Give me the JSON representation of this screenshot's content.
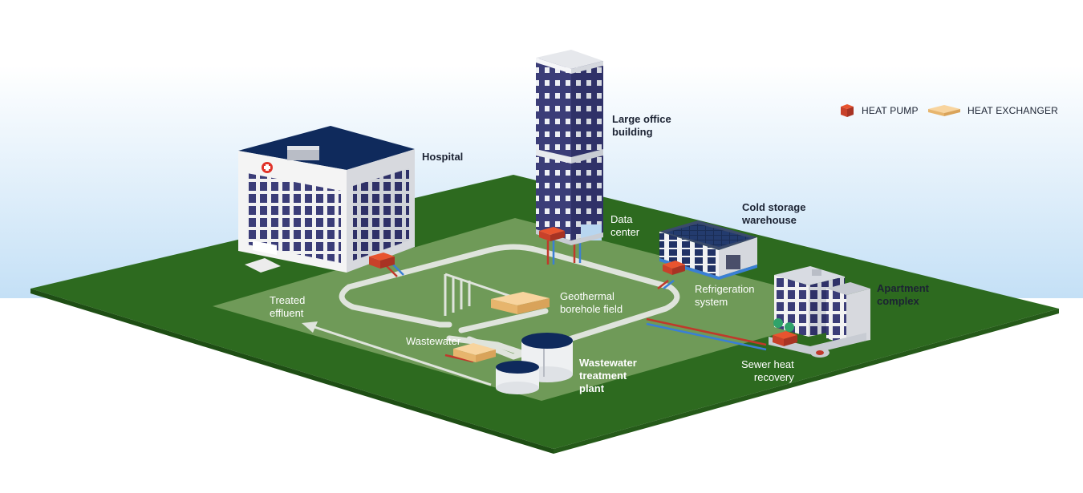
{
  "labels": {
    "hospital": "Hospital",
    "office_line1": "Large office",
    "office_line2": "building",
    "data_center_line1": "Data",
    "data_center_line2": "center",
    "cold_line1": "Cold storage",
    "cold_line2": "warehouse",
    "refrig_line1": "Refrigeration",
    "refrig_line2": "system",
    "apartment_line1": "Apartment",
    "apartment_line2": "complex",
    "geo_line1": "Geothermal",
    "geo_line2": "borehole field",
    "treated_line1": "Treated",
    "treated_line2": "effluent",
    "wastewater": "Wastewater",
    "wwtp_line1": "Wastewater",
    "wwtp_line2": "treatment",
    "wwtp_line3": "plant",
    "sewer_line1": "Sewer heat",
    "sewer_line2": "recovery"
  },
  "legend": {
    "heat_pump": "HEAT PUMP",
    "heat_exchanger": "HEAT EXCHANGER"
  },
  "colors": {
    "grass": "#2d6a1f",
    "plaza": "#6f9a58",
    "loop": "#dfe4dc",
    "heat_pump": "#e0332a",
    "heat_exchanger": "#f2c383",
    "building_roof": "#0f2a5c",
    "window": "#3b3d78",
    "pipe_red": "#c0392b",
    "pipe_blue": "#3a7fd5",
    "sky": "#c4e0f6"
  }
}
